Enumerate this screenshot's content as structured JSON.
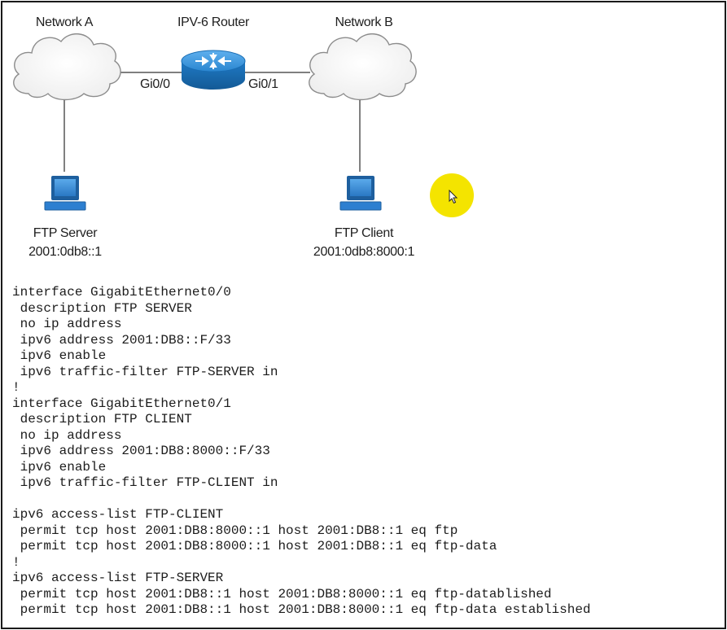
{
  "diagram": {
    "network_a": {
      "label": "Network A"
    },
    "network_b": {
      "label": "Network B"
    },
    "router": {
      "label": "IPV-6 Router",
      "interface_left": "Gi0/0",
      "interface_right": "Gi0/1"
    },
    "ftp_server": {
      "label": "FTP Server",
      "address": "2001:0db8::1"
    },
    "ftp_client": {
      "label": "FTP Client",
      "address": "2001:0db8:8000:1"
    }
  },
  "colors": {
    "router_blue": "#1f7ac6",
    "pc_blue": "#2d7fd0",
    "cloud_outline": "#8c8c8c",
    "cursor_highlight": "#f4e400"
  },
  "config": {
    "lines": [
      "interface GigabitEthernet0/0",
      " description FTP SERVER",
      " no ip address",
      " ipv6 address 2001:DB8::F/33",
      " ipv6 enable",
      " ipv6 traffic-filter FTP-SERVER in",
      "!",
      "interface GigabitEthernet0/1",
      " description FTP CLIENT",
      " no ip address",
      " ipv6 address 2001:DB8:8000::F/33",
      " ipv6 enable",
      " ipv6 traffic-filter FTP-CLIENT in",
      "",
      "ipv6 access-list FTP-CLIENT",
      " permit tcp host 2001:DB8:8000::1 host 2001:DB8::1 eq ftp",
      " permit tcp host 2001:DB8:8000::1 host 2001:DB8::1 eq ftp-data",
      "!",
      "ipv6 access-list FTP-SERVER",
      " permit tcp host 2001:DB8::1 host 2001:DB8:8000::1 eq ftp-datablished",
      " permit tcp host 2001:DB8::1 host 2001:DB8:8000::1 eq ftp-data established"
    ]
  }
}
